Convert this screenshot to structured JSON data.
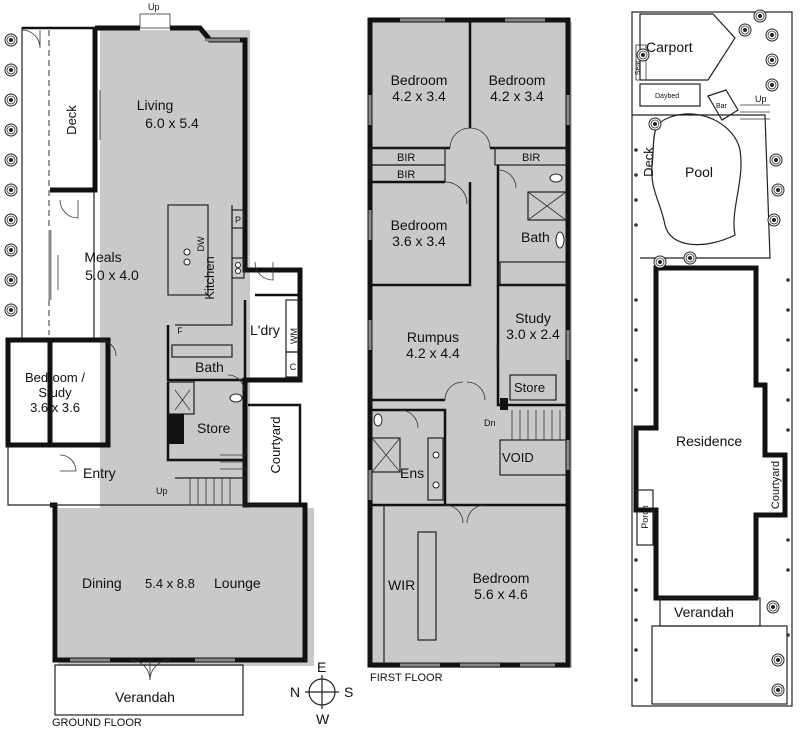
{
  "ground_floor": {
    "caption": "GROUND FLOOR",
    "rooms": {
      "living": {
        "name": "Living",
        "size": "6.0 x 5.4"
      },
      "deck": {
        "name": "Deck"
      },
      "meals": {
        "name": "Meals",
        "size": "5.0 x 4.0"
      },
      "kitchen": {
        "name": "Kitchen"
      },
      "dw": {
        "name": "DW"
      },
      "pantry": {
        "name": "P"
      },
      "fridge": {
        "name": "F"
      },
      "laundry": {
        "name": "L'dry"
      },
      "wm": {
        "name": "WM"
      },
      "cupboard": {
        "name": "C"
      },
      "bath": {
        "name": "Bath"
      },
      "bedroom_study": {
        "name": "Bedroom /",
        "name2": "Study",
        "size": "3.6 x 3.6"
      },
      "store": {
        "name": "Store"
      },
      "courtyard": {
        "name": "Courtyard"
      },
      "entry": {
        "name": "Entry"
      },
      "dining": {
        "name": "Dining"
      },
      "dining_lounge_size": "5.4 x 8.8",
      "lounge": {
        "name": "Lounge"
      },
      "verandah": {
        "name": "Verandah"
      }
    },
    "stairs_up": "Up",
    "top_up": "Up"
  },
  "first_floor": {
    "caption": "FIRST FLOOR",
    "rooms": {
      "bedroom1": {
        "name": "Bedroom",
        "size": "4.2 x 3.4"
      },
      "bedroom2": {
        "name": "Bedroom",
        "size": "4.2 x 3.4"
      },
      "bir1": {
        "name": "BIR"
      },
      "bir2": {
        "name": "BIR"
      },
      "bir3": {
        "name": "BIR"
      },
      "bedroom3": {
        "name": "Bedroom",
        "size": "3.6 x 3.4"
      },
      "bath": {
        "name": "Bath"
      },
      "study": {
        "name": "Study",
        "size": "3.0 x 2.4"
      },
      "rumpus": {
        "name": "Rumpus",
        "size": "4.2 x 4.4"
      },
      "store": {
        "name": "Store"
      },
      "ens": {
        "name": "Ens"
      },
      "void": {
        "name": "VOID"
      },
      "wir": {
        "name": "WIR"
      },
      "master": {
        "name": "Bedroom",
        "size": "5.6 x 4.6"
      }
    },
    "stairs_down": "Dn"
  },
  "site": {
    "carport": "Carport",
    "seat": "Seat",
    "daybed": "Daybed",
    "bar": "Bar",
    "up": "Up",
    "deck": "Deck",
    "pool": "Pool",
    "residence": "Residence",
    "courtyard": "Courtyard",
    "porch": "Porch",
    "verandah": "Verandah"
  },
  "compass": {
    "n": "N",
    "e": "E",
    "s": "S",
    "w": "W"
  }
}
